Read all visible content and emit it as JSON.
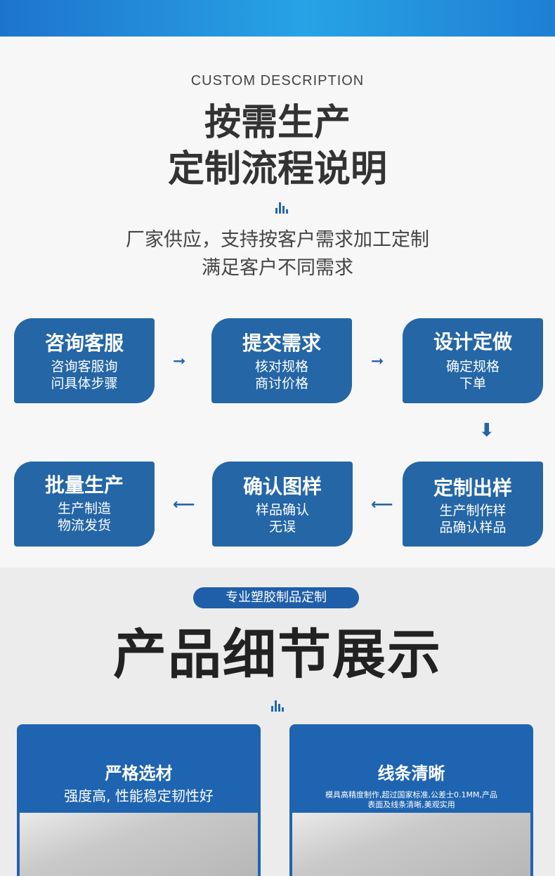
{
  "header": {
    "en_title": "CUSTOM DESCRIPTION",
    "title_line1": "按需生产",
    "title_line2": "定制流程说明",
    "desc_line1": "厂家供应，支持按客户需求加工定制",
    "desc_line2": "满足客户不同需求"
  },
  "process": {
    "steps": [
      {
        "title": "咨询客服",
        "line1": "咨询客服询",
        "line2": "问具体步骤"
      },
      {
        "title": "提交需求",
        "line1": "核对规格",
        "line2": "商讨价格"
      },
      {
        "title": "设计定做",
        "line1": "确定规格",
        "line2": "下单"
      },
      {
        "title": "定制出样",
        "line1": "生产制作样",
        "line2": "品确认样品"
      },
      {
        "title": "确认图样",
        "line1": "样品确认",
        "line2": "无误"
      },
      {
        "title": "批量生产",
        "line1": "生产制造",
        "line2": "物流发货"
      }
    ],
    "accent_color": "#2466a6"
  },
  "details": {
    "pill": "专业塑胶制品定制",
    "title": "产品细节展示",
    "cards": [
      {
        "title": "严格选材",
        "desc": "强度高, 性能稳定韧性好"
      },
      {
        "title": "线条清晰",
        "desc_line1": "模具高精度制作,超过国家标准,公差士0.1MM,产品",
        "desc_line2": "表面及线条清晰,美观实用"
      }
    ],
    "card_color": "#1f64b0"
  }
}
